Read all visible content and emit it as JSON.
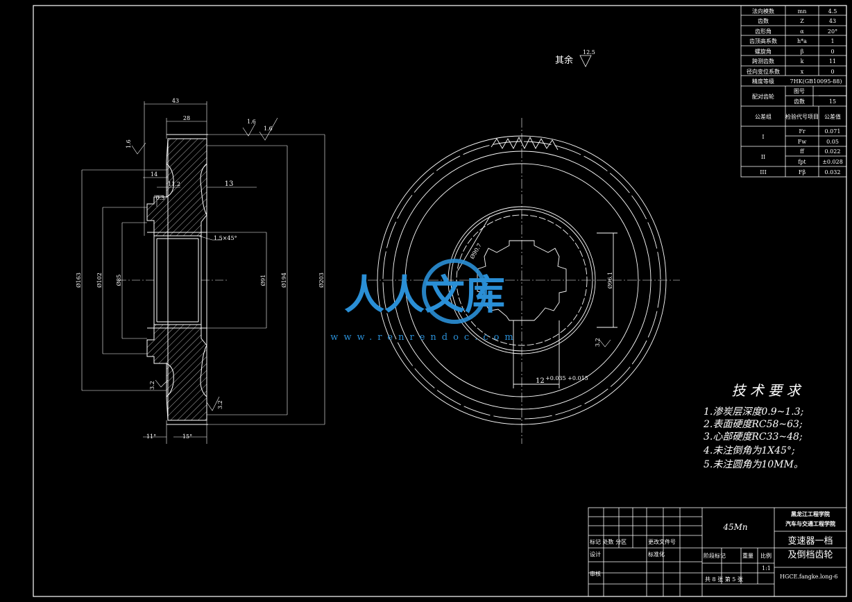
{
  "param_table": {
    "rows": [
      {
        "name": "法向模数",
        "sym": "mn",
        "val": "4.5"
      },
      {
        "name": "齿数",
        "sym": "Z",
        "val": "43"
      },
      {
        "name": "齿形角",
        "sym": "α",
        "val": "20°"
      },
      {
        "name": "齿顶高系数",
        "sym": "h*a",
        "val": "1"
      },
      {
        "name": "螺旋角",
        "sym": "β",
        "val": "0"
      },
      {
        "name": "跨测齿数",
        "sym": "k",
        "val": "11"
      },
      {
        "name": "径向变位系数",
        "sym": "x",
        "val": "0"
      }
    ],
    "accuracy_label": "精度等级",
    "accuracy_value": "7HK(GB10095-88)",
    "mating_label": "配对齿轮",
    "mating_drawing_label": "图号",
    "mating_drawing_value": "",
    "mating_teeth_label": "齿数",
    "mating_teeth_value": "15",
    "tol_group_label": "公差组",
    "tol_code_label": "检验代号项目",
    "tol_value_label": "公差值",
    "tol_rows": [
      {
        "group": "I",
        "code": "Fr",
        "val": "0.071"
      },
      {
        "group": "",
        "code": "Fw",
        "val": "0.05"
      },
      {
        "group": "II",
        "code": "ff",
        "val": "0.022"
      },
      {
        "group": "",
        "code": "fpt",
        "val": "±0.028"
      },
      {
        "group": "III",
        "code": "Fβ",
        "val": "0.032"
      }
    ]
  },
  "surface_rest": {
    "label": "其余",
    "value": "12.5"
  },
  "dims": {
    "width_43": "43",
    "width_28": "28",
    "d14": "14",
    "d112": "11.2",
    "d13": "13",
    "d03": "0.3",
    "chamfer": "1.5×45°",
    "d163": "Ø163",
    "d102": "Ø102",
    "d85": "Ø85",
    "d91": "Ø91",
    "d194": "Ø194",
    "d203": "Ø203",
    "ang11": "11°",
    "ang15": "15°",
    "ra16a": "1.6",
    "ra16b": "1.6",
    "ra16c": "1.6",
    "ra32a": "3.2",
    "ra32b": "3.2",
    "ra32c": "3.2",
    "spline_a": "Ø90.7",
    "spline_b": "Ø96.1",
    "spline_w": "12",
    "spline_tol": "+0.035\n+0.015"
  },
  "tech": {
    "title": "技 术 要 求",
    "items": [
      "1.渗炭层深度0.9~1.3;",
      "2.表面硬度RC58~63;",
      "3.心部硬度RC33~48;",
      "4.未注倒角为1X45°;",
      "5.未注圆角为10MM。"
    ]
  },
  "watermark": {
    "brand": "人人文库",
    "url": "www.renrendoc.com"
  },
  "title_block": {
    "material": "45Mn",
    "school": "黑龙江工程学院",
    "dept": "汽车与交通工程学院",
    "part_name_1": "变速器一档",
    "part_name_2": "及倒档齿轮",
    "labels_row": "标记 处数 分区",
    "file_no": "更改文件号",
    "design": "设计",
    "standard": "标准化",
    "stage": "阶段标记",
    "weight": "重量",
    "scale_label": "比例",
    "scale": "1:1",
    "review": "审核",
    "sheets": "共 8 张  第 5 张",
    "code": "HGCE.fangke.long-6"
  }
}
